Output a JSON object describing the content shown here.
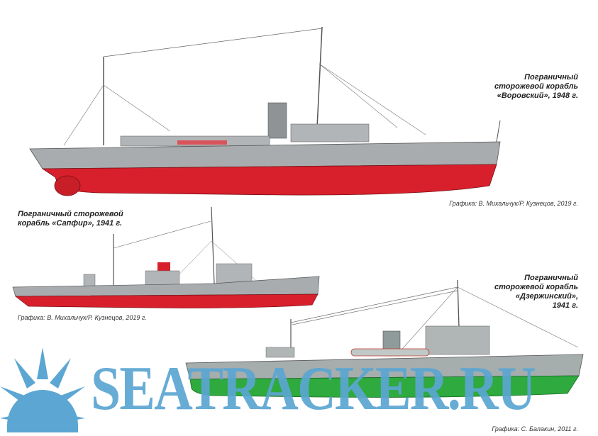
{
  "ships": [
    {
      "title_lines": [
        "Пограничный",
        "сторожевой корабль",
        "«Воровский», 1948 г."
      ],
      "credit": "Графика: В. Михальчук/Р. Кузнецов, 2019 г.",
      "hull_color": "#d8202c",
      "upper_color": "#a9acae"
    },
    {
      "title_lines": [
        "Пограничный сторожевой",
        "корабль «Сапфир», 1941 г."
      ],
      "credit": "Графика: В. Михальчук/Р. Кузнецов, 2019 г.",
      "hull_color": "#d8202c",
      "upper_color": "#a9acae"
    },
    {
      "title_lines": [
        "Пограничный",
        "сторожевой корабль",
        "«Дзержинский»,",
        "1941 г."
      ],
      "credit": "Графика: С. Балакин, 2011 г.",
      "hull_color": "#2eaa3e",
      "upper_color": "#a6adad"
    }
  ],
  "watermark": {
    "text": "SEATRACKER.RU",
    "color": "#5ba6d2",
    "logo": "sun-icon"
  }
}
